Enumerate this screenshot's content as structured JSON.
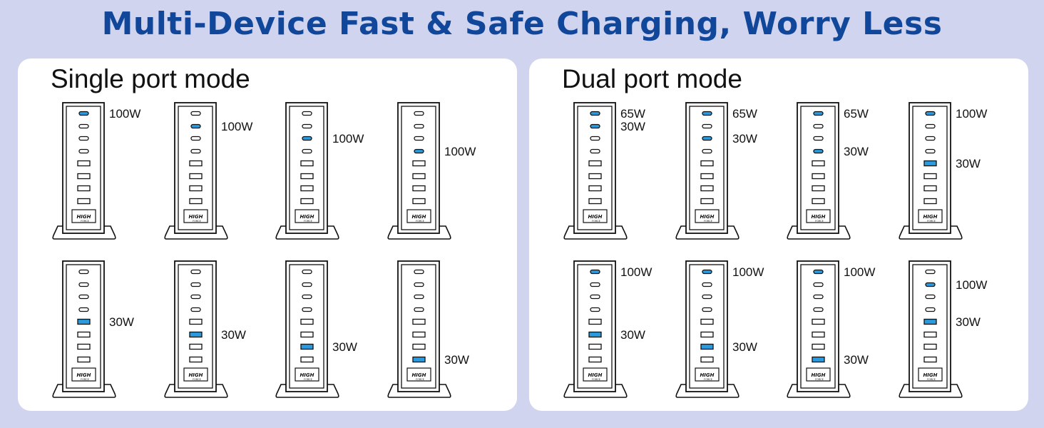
{
  "headline": "Multi-Device Fast & Safe Charging, Worry Less",
  "brand_text": "HIGH FORCE",
  "colors": {
    "active_port": "#2a9bde",
    "headline": "#11479b",
    "background": "#d0d4ee"
  },
  "panels": [
    {
      "title": "Single port mode",
      "chargers": [
        {
          "active": [
            0
          ],
          "labels": [
            {
              "port": 0,
              "text": "100W"
            }
          ]
        },
        {
          "active": [
            1
          ],
          "labels": [
            {
              "port": 1,
              "text": "100W"
            }
          ]
        },
        {
          "active": [
            2
          ],
          "labels": [
            {
              "port": 2,
              "text": "100W"
            }
          ]
        },
        {
          "active": [
            3
          ],
          "labels": [
            {
              "port": 3,
              "text": "100W"
            }
          ]
        },
        {
          "active": [
            4
          ],
          "labels": [
            {
              "port": 4,
              "text": "30W"
            }
          ]
        },
        {
          "active": [
            5
          ],
          "labels": [
            {
              "port": 5,
              "text": "30W"
            }
          ]
        },
        {
          "active": [
            6
          ],
          "labels": [
            {
              "port": 6,
              "text": "30W"
            }
          ]
        },
        {
          "active": [
            7
          ],
          "labels": [
            {
              "port": 7,
              "text": "30W"
            }
          ]
        }
      ]
    },
    {
      "title": "Dual port mode",
      "chargers": [
        {
          "active": [
            0,
            1
          ],
          "labels": [
            {
              "port": 0,
              "text": "65W"
            },
            {
              "port": 1,
              "text": "30W"
            }
          ]
        },
        {
          "active": [
            0,
            2
          ],
          "labels": [
            {
              "port": 0,
              "text": "65W"
            },
            {
              "port": 2,
              "text": "30W"
            }
          ]
        },
        {
          "active": [
            0,
            3
          ],
          "labels": [
            {
              "port": 0,
              "text": "65W"
            },
            {
              "port": 3,
              "text": "30W"
            }
          ]
        },
        {
          "active": [
            0,
            4
          ],
          "labels": [
            {
              "port": 0,
              "text": "100W"
            },
            {
              "port": 4,
              "text": "30W"
            }
          ]
        },
        {
          "active": [
            0,
            5
          ],
          "labels": [
            {
              "port": 0,
              "text": "100W"
            },
            {
              "port": 5,
              "text": "30W"
            }
          ]
        },
        {
          "active": [
            0,
            6
          ],
          "labels": [
            {
              "port": 0,
              "text": "100W"
            },
            {
              "port": 6,
              "text": "30W"
            }
          ]
        },
        {
          "active": [
            0,
            7
          ],
          "labels": [
            {
              "port": 0,
              "text": "100W"
            },
            {
              "port": 7,
              "text": "30W"
            }
          ]
        },
        {
          "active": [
            1,
            4
          ],
          "labels": [
            {
              "port": 1,
              "text": "100W"
            },
            {
              "port": 4,
              "text": "30W"
            }
          ]
        }
      ]
    }
  ]
}
